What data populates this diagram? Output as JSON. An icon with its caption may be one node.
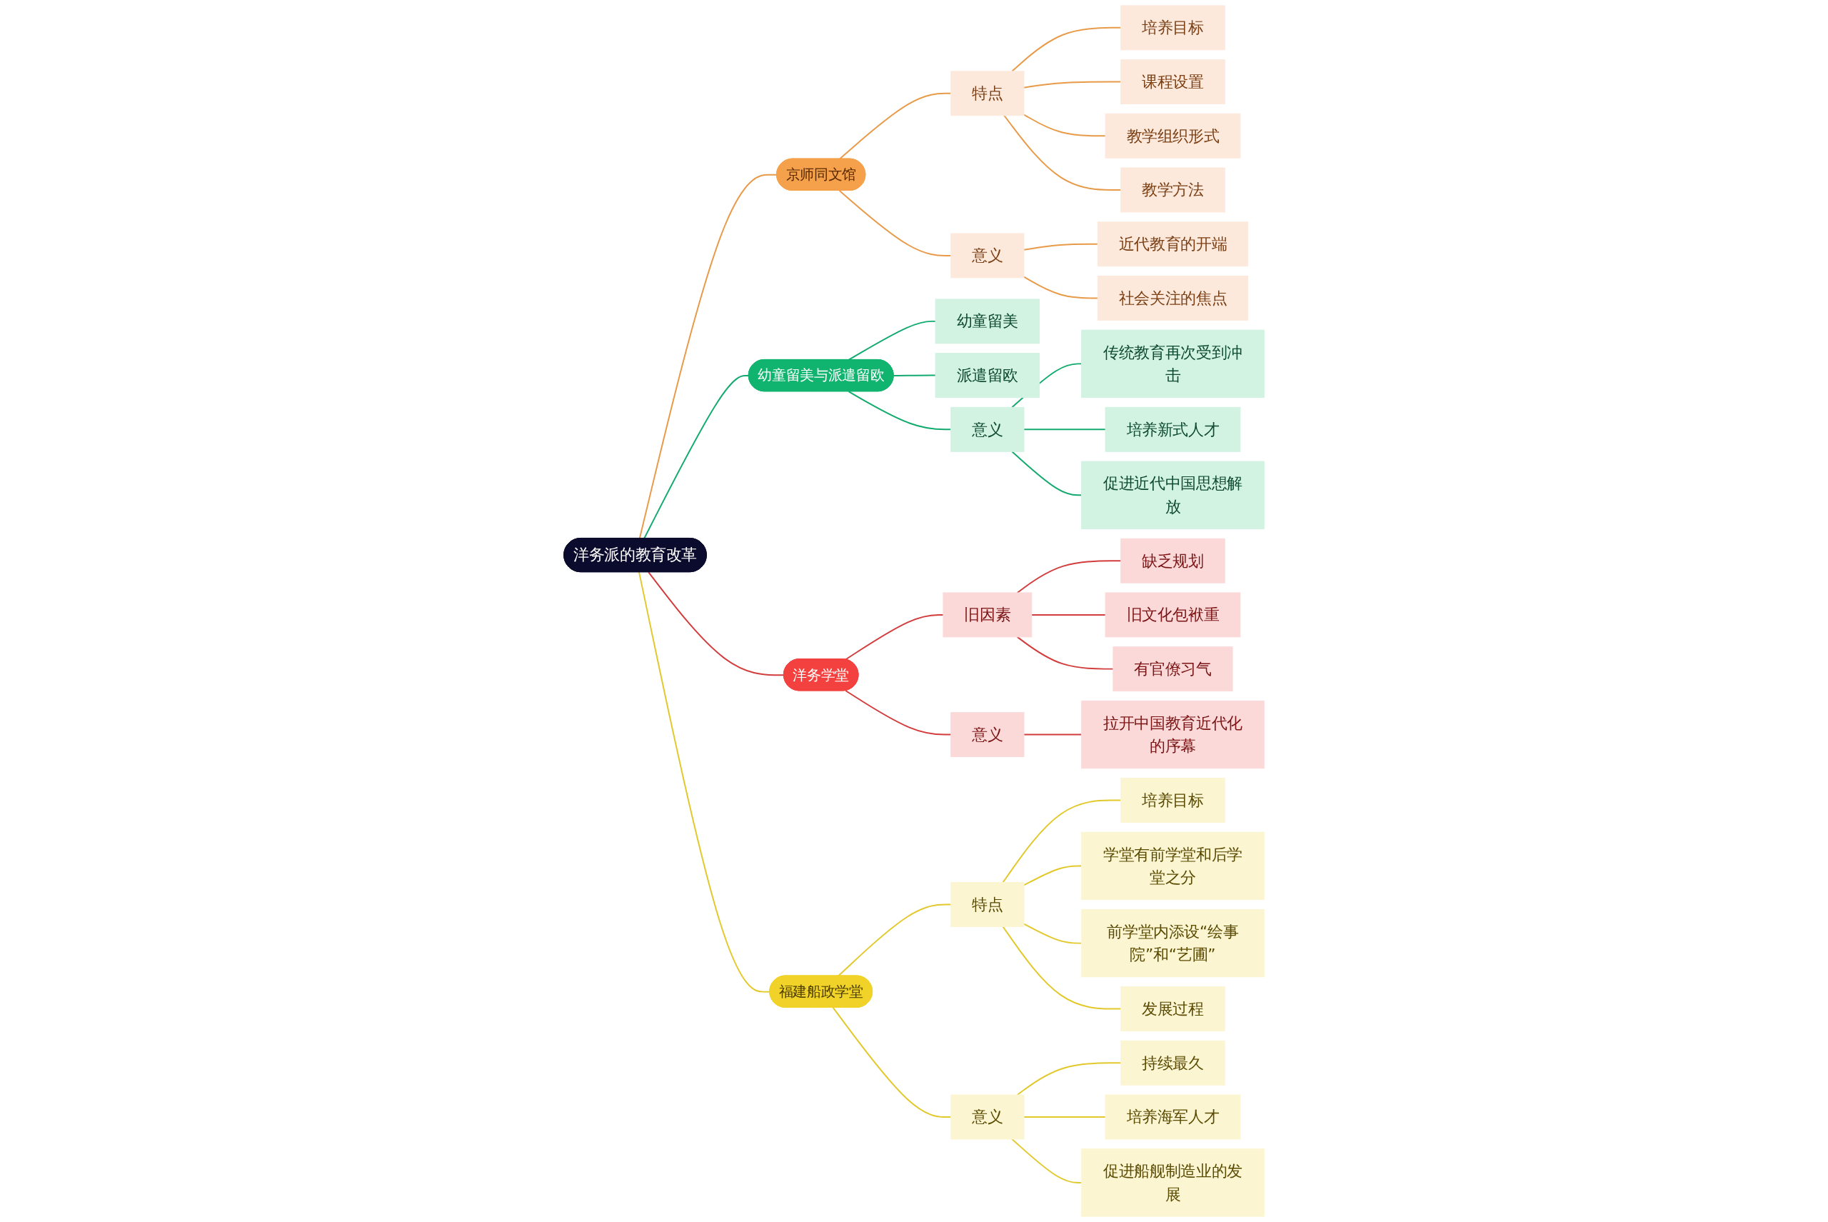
{
  "diagram": {
    "nodes": [
      {
        "text": [
          "洋务派的教育改革"
        ]
      },
      {
        "text": [
          "京师同文馆"
        ]
      },
      {
        "text": [
          "特点"
        ]
      },
      {
        "text": [
          "培养目标"
        ]
      },
      {
        "text": [
          "课程设置"
        ]
      },
      {
        "text": [
          "教学组织形式"
        ]
      },
      {
        "text": [
          "教学方法"
        ]
      },
      {
        "text": [
          "意义"
        ]
      },
      {
        "text": [
          "近代教育的开端"
        ]
      },
      {
        "text": [
          "社会关注的焦点"
        ]
      },
      {
        "text": [
          "幼童留美与派遣留欧"
        ]
      },
      {
        "text": [
          "幼童留美"
        ]
      },
      {
        "text": [
          "派遣留欧"
        ]
      },
      {
        "text": [
          "意义"
        ]
      },
      {
        "text": [
          "传统教育再次受到冲击"
        ]
      },
      {
        "text": [
          "培养新式人才"
        ]
      },
      {
        "text": [
          "促进近代中国思想解放"
        ]
      },
      {
        "text": [
          "洋务学堂"
        ]
      },
      {
        "text": [
          "旧因素"
        ]
      },
      {
        "text": [
          "缺乏规划"
        ]
      },
      {
        "text": [
          "旧文化包袱重"
        ]
      },
      {
        "text": [
          "有官僚习气"
        ]
      },
      {
        "text": [
          "意义"
        ]
      },
      {
        "text": [
          "拉开中国教育近代化的序幕"
        ]
      },
      {
        "text": [
          "福建船政学堂"
        ]
      },
      {
        "text": [
          "特点"
        ]
      },
      {
        "text": [
          "培养目标"
        ]
      },
      {
        "text": [
          "学堂有前学堂和后学堂之分"
        ]
      },
      {
        "text": [
          "前学堂内添设“绘事院”和“艺圃”"
        ]
      },
      {
        "text": [
          "发展过程"
        ]
      },
      {
        "text": [
          "意义"
        ]
      },
      {
        "text": [
          "持续最久"
        ]
      },
      {
        "text": [
          "培养海军人才"
        ]
      },
      {
        "text": [
          "促进船舰制造业的发展"
        ]
      }
    ],
    "edges": [
      {
        "from": 0,
        "to": 1,
        "arrow": "none",
        "color": "#e89a48"
      },
      {
        "from": 1,
        "to": 2,
        "arrow": "none",
        "color": "#e89a48"
      },
      {
        "from": 2,
        "to": 3,
        "arrow": "none",
        "color": "#e89a48"
      },
      {
        "from": 2,
        "to": 4,
        "arrow": "none",
        "color": "#e89a48"
      },
      {
        "from": 2,
        "to": 5,
        "arrow": "none",
        "color": "#e89a48"
      },
      {
        "from": 2,
        "to": 6,
        "arrow": "none",
        "color": "#e89a48"
      },
      {
        "from": 1,
        "to": 7,
        "arrow": "none",
        "color": "#e89a48"
      },
      {
        "from": 7,
        "to": 8,
        "arrow": "none",
        "color": "#e89a48"
      },
      {
        "from": 7,
        "to": 9,
        "arrow": "none",
        "color": "#e89a48"
      },
      {
        "from": 0,
        "to": 10,
        "arrow": "none",
        "color": "#12aa6e"
      },
      {
        "from": 10,
        "to": 11,
        "arrow": "none",
        "color": "#12aa6e"
      },
      {
        "from": 10,
        "to": 12,
        "arrow": "none",
        "color": "#12aa6e"
      },
      {
        "from": 10,
        "to": 13,
        "arrow": "none",
        "color": "#12aa6e"
      },
      {
        "from": 13,
        "to": 14,
        "arrow": "none",
        "color": "#12aa6e"
      },
      {
        "from": 13,
        "to": 15,
        "arrow": "none",
        "color": "#12aa6e"
      },
      {
        "from": 13,
        "to": 16,
        "arrow": "none",
        "color": "#12aa6e"
      },
      {
        "from": 0,
        "to": 17,
        "arrow": "none",
        "color": "#d23c3c"
      },
      {
        "from": 17,
        "to": 18,
        "arrow": "none",
        "color": "#d23c3c"
      },
      {
        "from": 18,
        "to": 19,
        "arrow": "none",
        "color": "#d23c3c"
      },
      {
        "from": 18,
        "to": 20,
        "arrow": "none",
        "color": "#d23c3c"
      },
      {
        "from": 18,
        "to": 21,
        "arrow": "none",
        "color": "#d23c3c"
      },
      {
        "from": 17,
        "to": 22,
        "arrow": "none",
        "color": "#d23c3c"
      },
      {
        "from": 22,
        "to": 23,
        "arrow": "none",
        "color": "#d23c3c"
      },
      {
        "from": 0,
        "to": 24,
        "arrow": "none",
        "color": "#e2c82a"
      },
      {
        "from": 24,
        "to": 25,
        "arrow": "none",
        "color": "#e2c82a"
      },
      {
        "from": 25,
        "to": 26,
        "arrow": "none",
        "color": "#e2c82a"
      },
      {
        "from": 25,
        "to": 27,
        "arrow": "none",
        "color": "#e2c82a"
      },
      {
        "from": 25,
        "to": 28,
        "arrow": "none",
        "color": "#e2c82a"
      },
      {
        "from": 25,
        "to": 29,
        "arrow": "none",
        "color": "#e2c82a"
      },
      {
        "from": 24,
        "to": 30,
        "arrow": "none",
        "color": "#e2c82a"
      },
      {
        "from": 30,
        "to": 31,
        "arrow": "none",
        "color": "#e2c82a"
      },
      {
        "from": 30,
        "to": 32,
        "arrow": "none",
        "color": "#e2c82a"
      },
      {
        "from": 30,
        "to": 33,
        "arrow": "none",
        "color": "#e2c82a"
      }
    ]
  }
}
